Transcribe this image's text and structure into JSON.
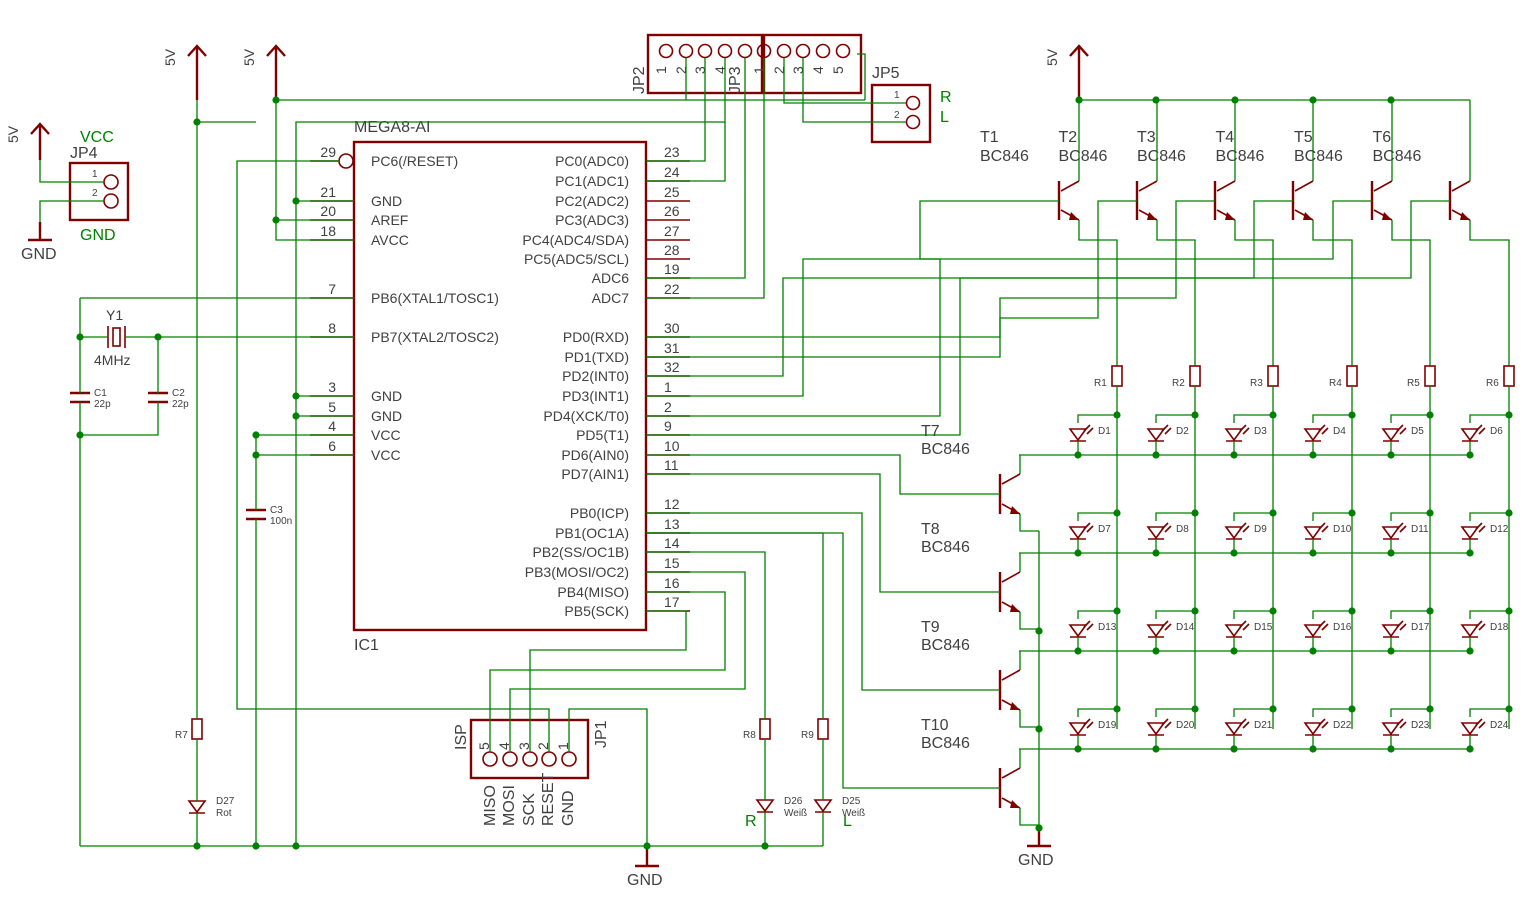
{
  "power": {
    "vcc_label": "5V",
    "gnd_label": "GND"
  },
  "jp4": {
    "name": "JP4",
    "pins": [
      "1",
      "2"
    ],
    "top_label": "VCC",
    "bottom_label": "GND"
  },
  "jp2": {
    "name": "JP2",
    "pins": [
      "1",
      "2",
      "3",
      "4"
    ]
  },
  "jp3": {
    "name": "JP3",
    "pins": [
      "1",
      "2",
      "3",
      "4",
      "5"
    ]
  },
  "jp5": {
    "name": "JP5",
    "pins": [
      "1",
      "2"
    ],
    "labels": [
      "R",
      "L"
    ]
  },
  "ic1": {
    "part": "MEGA8-AI",
    "name": "IC1",
    "left_pins": [
      {
        "num": "29",
        "name": "PC6(/RESET)"
      },
      {
        "num": "21",
        "name": "GND"
      },
      {
        "num": "20",
        "name": "AREF"
      },
      {
        "num": "18",
        "name": "AVCC"
      },
      {
        "num": "7",
        "name": "PB6(XTAL1/TOSC1)"
      },
      {
        "num": "8",
        "name": "PB7(XTAL2/TOSC2)"
      },
      {
        "num": "3",
        "name": "GND"
      },
      {
        "num": "5",
        "name": "GND"
      },
      {
        "num": "4",
        "name": "VCC"
      },
      {
        "num": "6",
        "name": "VCC"
      }
    ],
    "right_pins": [
      {
        "num": "23",
        "name": "PC0(ADC0)"
      },
      {
        "num": "24",
        "name": "PC1(ADC1)"
      },
      {
        "num": "25",
        "name": "PC2(ADC2)"
      },
      {
        "num": "26",
        "name": "PC3(ADC3)"
      },
      {
        "num": "27",
        "name": "PC4(ADC4/SDA)"
      },
      {
        "num": "28",
        "name": "PC5(ADC5/SCL)"
      },
      {
        "num": "19",
        "name": "ADC6"
      },
      {
        "num": "22",
        "name": "ADC7"
      },
      {
        "num": "30",
        "name": "PD0(RXD)"
      },
      {
        "num": "31",
        "name": "PD1(TXD)"
      },
      {
        "num": "32",
        "name": "PD2(INT0)"
      },
      {
        "num": "1",
        "name": "PD3(INT1)"
      },
      {
        "num": "2",
        "name": "PD4(XCK/T0)"
      },
      {
        "num": "9",
        "name": "PD5(T1)"
      },
      {
        "num": "10",
        "name": "PD6(AIN0)"
      },
      {
        "num": "11",
        "name": "PD7(AIN1)"
      },
      {
        "num": "12",
        "name": "PB0(ICP)"
      },
      {
        "num": "13",
        "name": "PB1(OC1A)"
      },
      {
        "num": "14",
        "name": "PB2(SS/OC1B)"
      },
      {
        "num": "15",
        "name": "PB3(MOSI/OC2)"
      },
      {
        "num": "16",
        "name": "PB4(MISO)"
      },
      {
        "num": "17",
        "name": "PB5(SCK)"
      }
    ]
  },
  "crystal": {
    "name": "Y1",
    "value": "4MHz"
  },
  "capacitors": [
    {
      "name": "C1",
      "value": "22p"
    },
    {
      "name": "C2",
      "value": "22p"
    },
    {
      "name": "C3",
      "value": "100n"
    }
  ],
  "isp": {
    "name": "ISP",
    "ref": "JP1",
    "pins": [
      "5",
      "4",
      "3",
      "2",
      "1"
    ],
    "signals": [
      "MISO",
      "MOSI",
      "SCK",
      "RESET",
      "GND"
    ]
  },
  "top_transistors": [
    {
      "name": "T1",
      "type": "BC846"
    },
    {
      "name": "T2",
      "type": "BC846"
    },
    {
      "name": "T3",
      "type": "BC846"
    },
    {
      "name": "T4",
      "type": "BC846"
    },
    {
      "name": "T5",
      "type": "BC846"
    },
    {
      "name": "T6",
      "type": "BC846"
    }
  ],
  "row_transistors": [
    {
      "name": "T7",
      "type": "BC846"
    },
    {
      "name": "T8",
      "type": "BC846"
    },
    {
      "name": "T9",
      "type": "BC846"
    },
    {
      "name": "T10",
      "type": "BC846"
    }
  ],
  "column_resistors": [
    "R1",
    "R2",
    "R3",
    "R4",
    "R5",
    "R6"
  ],
  "matrix_leds": [
    [
      "D1",
      "D2",
      "D3",
      "D4",
      "D5",
      "D6"
    ],
    [
      "D7",
      "D8",
      "D9",
      "D10",
      "D11",
      "D12"
    ],
    [
      "D13",
      "D14",
      "D15",
      "D16",
      "D17",
      "D18"
    ],
    [
      "D19",
      "D20",
      "D21",
      "D22",
      "D23",
      "D24"
    ]
  ],
  "status_leds": [
    {
      "res": "R7",
      "led": "D27",
      "color": "Rot",
      "label": ""
    },
    {
      "res": "R8",
      "led": "D26",
      "color": "Weiß",
      "label": "R"
    },
    {
      "res": "R9",
      "led": "D25",
      "color": "Weiß",
      "label": "L"
    }
  ],
  "colors": {
    "wire": "#008000",
    "part": "#800000",
    "text": "#404040",
    "label": "#008000"
  }
}
